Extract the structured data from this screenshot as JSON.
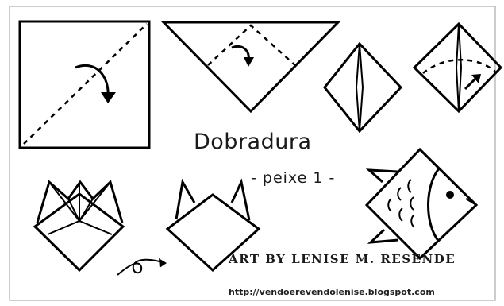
{
  "diagram": {
    "title": "Dobradura",
    "subtitle": "- peixe 1 -",
    "credit": "ART BY LENISE M. RESENDE",
    "url": "http://vendoerevendolenise.blogspot.com",
    "colors": {
      "ink": "#000000",
      "background": "#ffffff",
      "frame": "#9a9a9a"
    },
    "steps": [
      {
        "icon": "square-paper-diagonal-fold-icon"
      },
      {
        "icon": "triangle-fold-down-icon"
      },
      {
        "icon": "diamond-crease-icon"
      },
      {
        "icon": "diamond-curved-fold-icon"
      },
      {
        "icon": "tulip-fold-icon"
      },
      {
        "icon": "cat-head-fold-icon"
      },
      {
        "icon": "turn-over-arrow-icon"
      },
      {
        "icon": "finished-fish-icon"
      }
    ]
  }
}
